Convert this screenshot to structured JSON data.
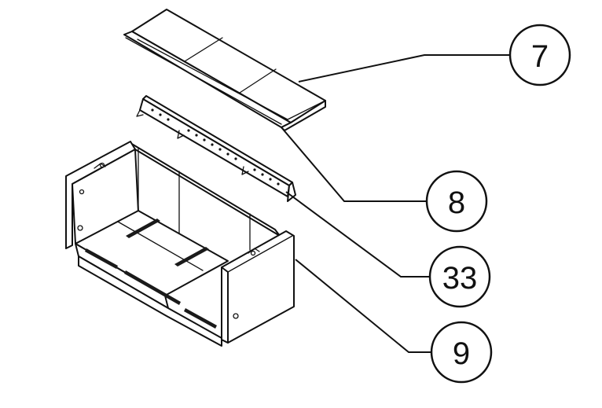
{
  "callouts": [
    {
      "id": "7",
      "label": "7"
    },
    {
      "id": "8",
      "label": "8"
    },
    {
      "id": "33",
      "label": "33"
    },
    {
      "id": "9",
      "label": "9"
    }
  ]
}
